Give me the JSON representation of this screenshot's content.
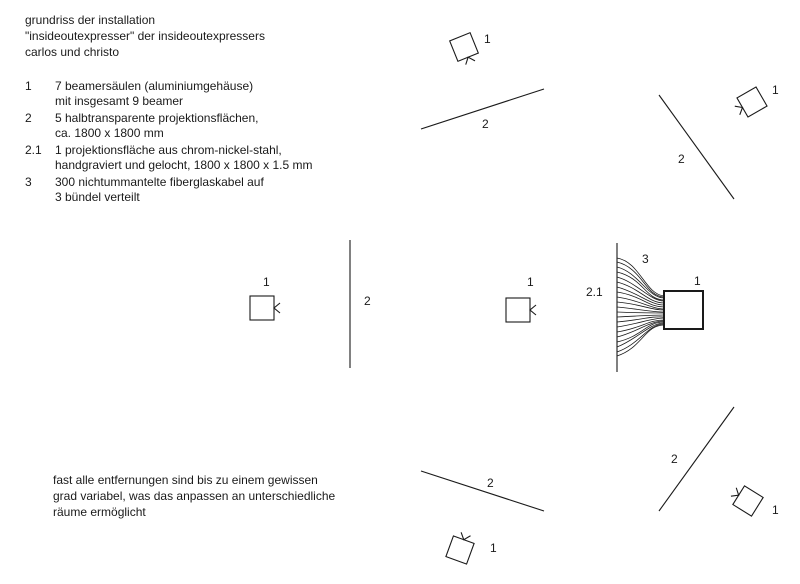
{
  "title_lines": [
    "grundriss der installation",
    "\"insideoutexpresser\" der insideoutexpressers",
    "carlos und christo"
  ],
  "legend": [
    {
      "num": "1",
      "lines": [
        "7 beamersäulen (aluminiumgehäuse)",
        "mit insgesamt 9 beamer"
      ]
    },
    {
      "num": "2",
      "lines": [
        "5 halbtransparente projektionsflächen,",
        "ca. 1800 x 1800 mm"
      ]
    },
    {
      "num": "2.1",
      "lines": [
        "1 projektionsfläche aus chrom-nickel-stahl,",
        "handgraviert und gelocht, 1800 x 1800 x 1.5 mm"
      ]
    },
    {
      "num": "3",
      "lines": [
        "300 nichtummantelte fiberglaskabel auf",
        "3 bündel verteilt"
      ]
    }
  ],
  "note_lines": [
    "fast alle entfernungen sind bis zu einem gewissen",
    "grad variabel, was das anpassen an unterschiedliche",
    "räume ermöglicht"
  ],
  "diagram_labels": {
    "beamer": "1",
    "screen": "2",
    "steel_screen": "2.1",
    "cables": "3"
  }
}
